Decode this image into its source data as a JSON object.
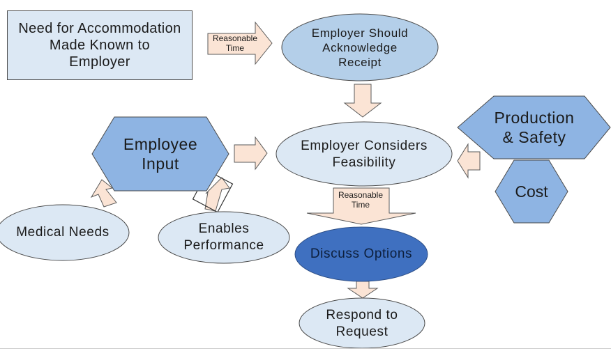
{
  "diagram": {
    "start": {
      "text": "Need for Accommodation\nMade Known to\nEmployer"
    },
    "arrow_top": {
      "text": "Reasonable\nTime"
    },
    "acknowledge": {
      "text": "Employer Should\nAcknowledge\nReceipt"
    },
    "considers": {
      "text": "Employer Considers\nFeasibility"
    },
    "employee_input": {
      "text": "Employee\nInput"
    },
    "production_safety": {
      "text": "Production\n& Safety"
    },
    "cost": {
      "text": "Cost"
    },
    "medical_needs": {
      "text": "Medical Needs"
    },
    "enables_performance": {
      "text": "Enables\nPerformance"
    },
    "arrow_mid": {
      "text": "Reasonable\nTime"
    },
    "discuss": {
      "text": "Discuss Options"
    },
    "respond": {
      "text": "Respond to\nRequest"
    }
  },
  "colors": {
    "box_fill": "#dce8f4",
    "ellipse_mid": "#b4cfe9",
    "ellipse_light": "#dce8f4",
    "hex_fill": "#8eb4e3",
    "discuss_fill": "#3f70c0",
    "arrow_fill": "#fbe4d5",
    "outline": "#4a4a4a"
  }
}
